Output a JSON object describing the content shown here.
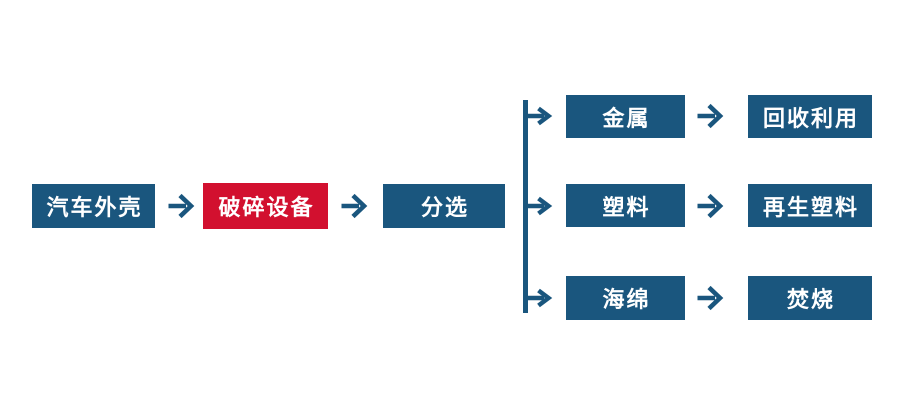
{
  "colors": {
    "node_blue": "#1A567E",
    "node_red": "#D2102F",
    "arrow_blue": "#1A567E",
    "node_text": "#FFFFFF",
    "background": "#FFFFFF"
  },
  "icons": {
    "flow_arrow": "right-arrow-icon",
    "branch_connector": "trunk-line-with-right-arrows"
  },
  "flow": {
    "main": [
      {
        "label": "汽车外壳",
        "style": "blue"
      },
      {
        "label": "破碎设备",
        "style": "red"
      },
      {
        "label": "分选",
        "style": "blue"
      }
    ],
    "branches": [
      {
        "material": "金属",
        "disposal": "回收利用"
      },
      {
        "material": "塑料",
        "disposal": "再生塑料"
      },
      {
        "material": "海绵",
        "disposal": "焚烧"
      }
    ]
  }
}
